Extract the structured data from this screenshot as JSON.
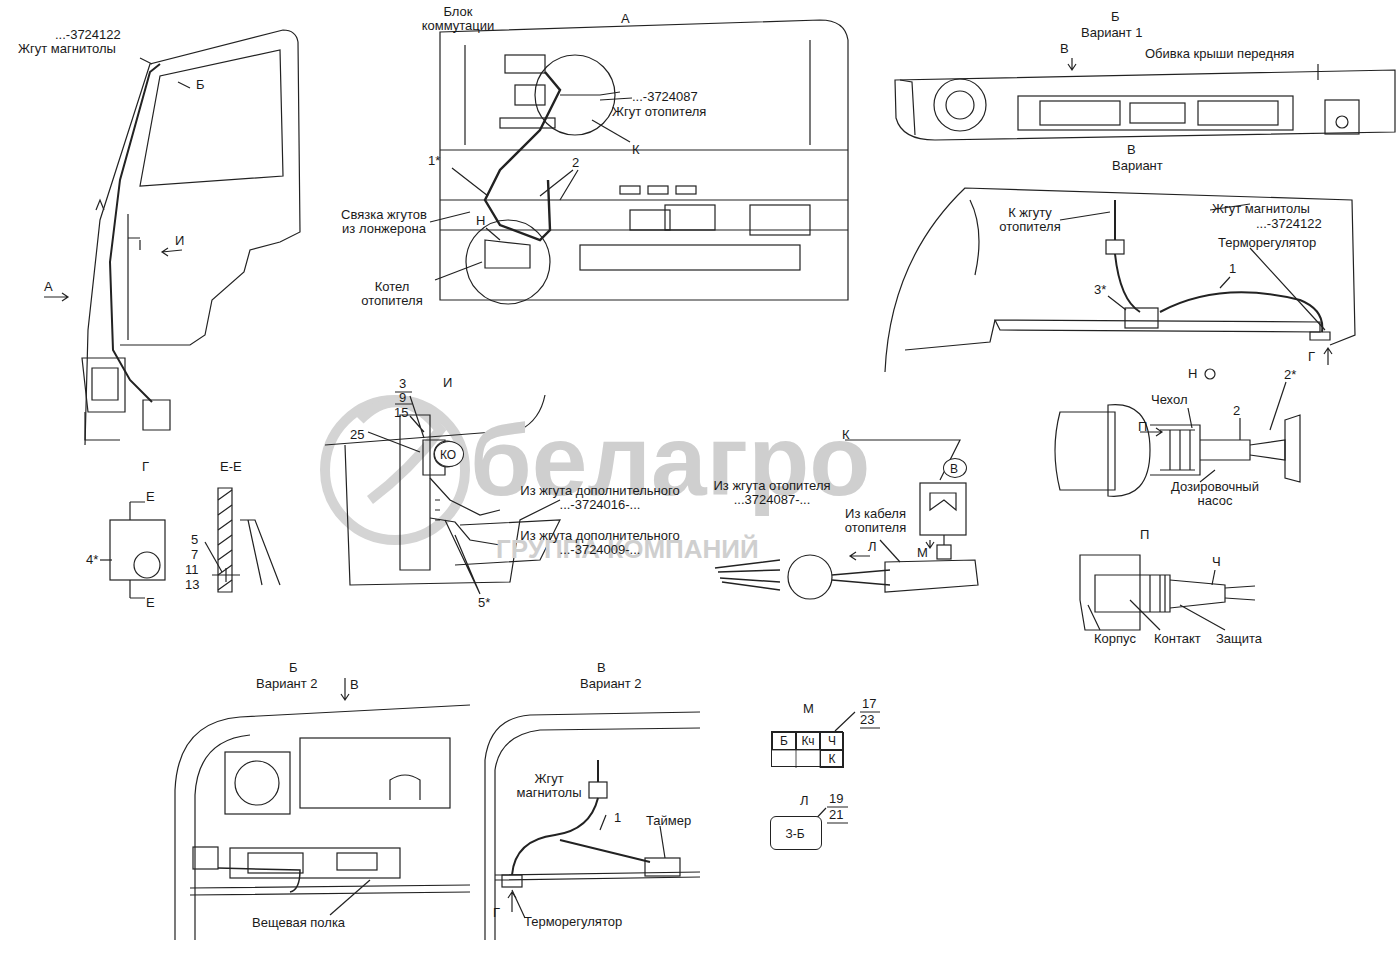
{
  "diagram": {
    "nodes": [
      {
        "text": [
          "КО"
        ]
      },
      {
        "text": [
          "В"
        ]
      },
      {
        "text": [
          "Б",
          "Кч",
          "Ч",
          "К"
        ]
      },
      {
        "text": [
          "З-Б"
        ]
      }
    ],
    "labels": [
      "...-3724122",
      "Жгут магнитолы",
      "Б",
      "И",
      "А",
      "А",
      "Блок коммутации",
      "...-3724087",
      "Жгут отопителя",
      "К",
      "1*",
      "2",
      "Связка жгутов из лонжерона",
      "Н",
      "Котел отопителя",
      "Б",
      "Вариант 1",
      "В",
      "Обивка крыши передняя",
      "В",
      "Вариант",
      "К жгуту отопителя",
      "Жгут магнитолы",
      "...-3724122",
      "Терморегулятор",
      "1",
      "3*",
      "Г",
      "Н",
      "2*",
      "Чехол",
      "2",
      "П",
      "Дозировочный насос",
      "П",
      "Ч",
      "Корпус",
      "Контакт",
      "Защита",
      "И",
      "3",
      "9",
      "15",
      "25",
      "Из жгута дополнительного ...-3724016-...",
      "Из жгута дополнительного ...-3724009-...",
      "5*",
      "К",
      "Из жгута отопителя ...3724087-...",
      "Из кабеля отопителя",
      "Л",
      "М",
      "Г",
      "Е-Е",
      "Е",
      "Е",
      "4*",
      "5",
      "7",
      "11",
      "13",
      "Б",
      "Вариант 2",
      "В",
      "Вещевая полка",
      "В",
      "Вариант 2",
      "Жгут магнитолы",
      "1",
      "Таймер",
      "Г",
      "Терморегулятор",
      "М",
      "17",
      "23",
      "Л",
      "19",
      "21",
      "белагро",
      "ГРУППА КОМПАНИЙ"
    ]
  }
}
